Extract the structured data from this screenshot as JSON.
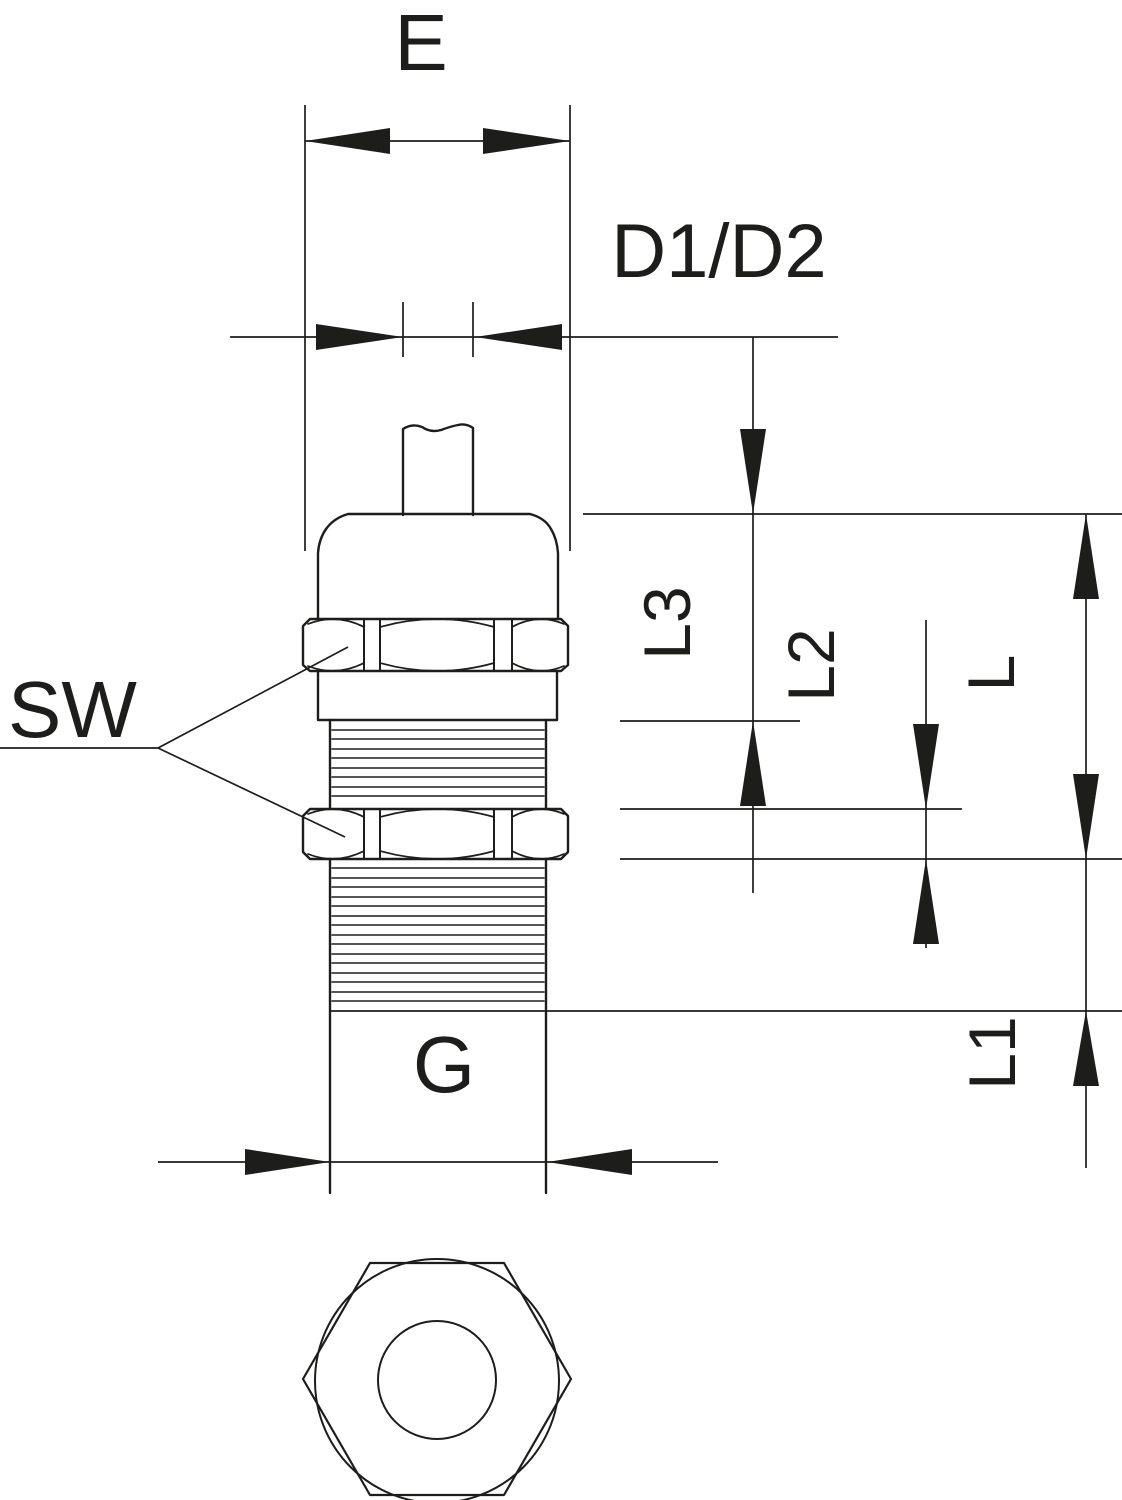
{
  "drawing": {
    "type": "technical-dimension-drawing",
    "subject": "cable-gland side view and bottom view",
    "colors": {
      "line": "#1d1d1b",
      "background": "#ffffff"
    },
    "labels": {
      "e": "E",
      "d1d2": "D1/D2",
      "sw": "SW",
      "l3": "L3",
      "l2": "L2",
      "l": "L",
      "l1": "L1",
      "g": "G"
    }
  }
}
